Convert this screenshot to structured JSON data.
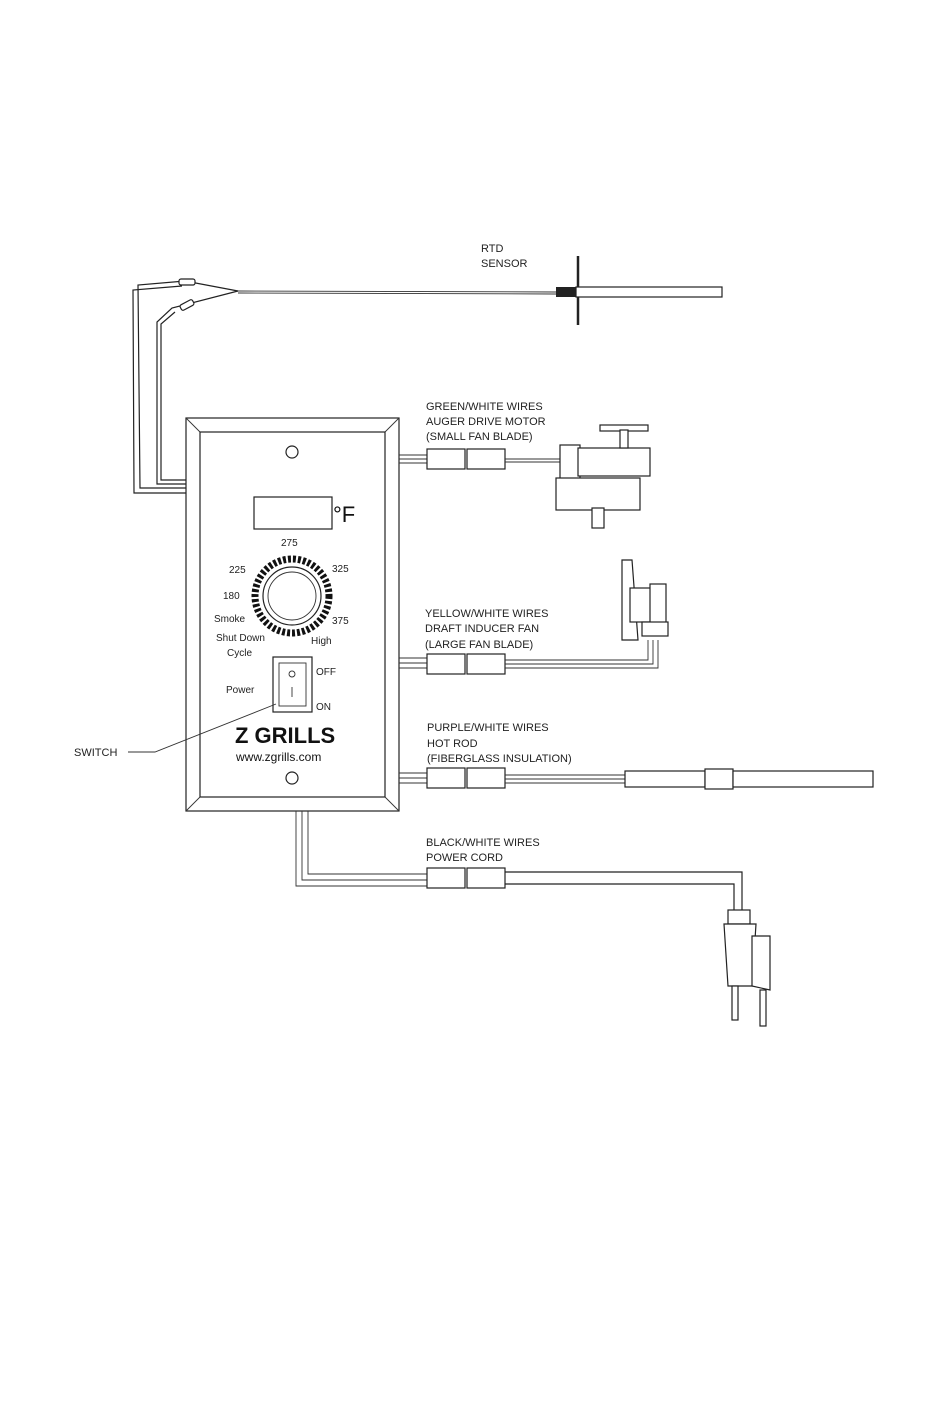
{
  "sensor": {
    "line1": "RTD",
    "line2": "SENSOR"
  },
  "auger": {
    "line1": "GREEN/WHITE WIRES",
    "line2": "AUGER DRIVE MOTOR",
    "line3": "(SMALL FAN BLADE)"
  },
  "fan": {
    "line1": "YELLOW/WHITE WIRES",
    "line2": "DRAFT INDUCER FAN",
    "line3": "(LARGE FAN BLADE)"
  },
  "hotrod": {
    "line1": "PURPLE/WHITE WIRES",
    "line2": "HOT ROD",
    "line3": "(FIBERGLASS INSULATION)"
  },
  "power": {
    "line1": "BLACK/WHITE WIRES",
    "line2": "POWER CORD"
  },
  "switch_callout": "SWITCH",
  "controller": {
    "unit": "°F",
    "dial": {
      "t275": "275",
      "t225": "225",
      "t325": "325",
      "t180": "180",
      "smoke": "Smoke",
      "t375": "375",
      "shutdown": "Shut Down",
      "high": "High",
      "cycle": "Cycle"
    },
    "switch": {
      "label": "Power",
      "off": "OFF",
      "on": "ON"
    },
    "brand": "Z GRILLS",
    "url": "www.zgrills.com"
  }
}
